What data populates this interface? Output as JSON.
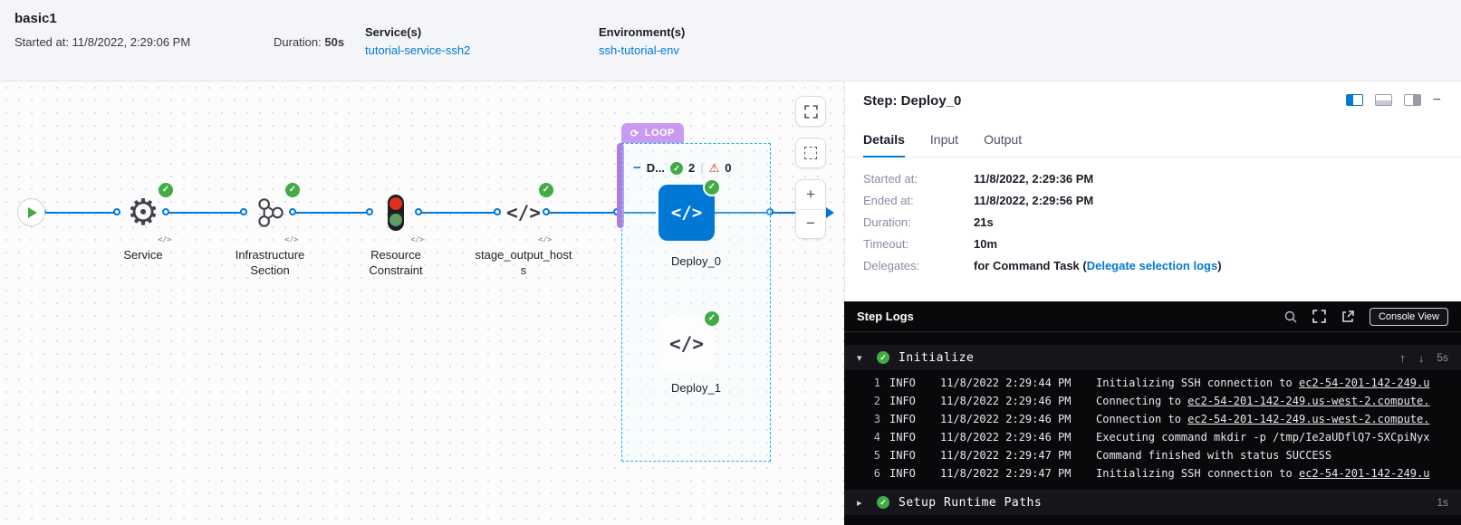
{
  "icons": {
    "check": "✓",
    "warn": "⚠",
    "loop": "⟳",
    "chevron_down": "▾",
    "chevron_right": "▸",
    "arrow_up": "↑",
    "arrow_down": "↓",
    "minus": "−",
    "plus": "+",
    "code": "</>",
    "mini_code": "</>"
  },
  "header": {
    "title": "basic1",
    "started_label": "Started at:",
    "started_value": "11/8/2022, 2:29:06 PM",
    "duration_label": "Duration:",
    "duration_value": "50s",
    "services_label": "Service(s)",
    "services_value": "tutorial-service-ssh2",
    "environments_label": "Environment(s)",
    "environments_value": "ssh-tutorial-env"
  },
  "canvas": {
    "nodes": [
      {
        "label": "Service"
      },
      {
        "label": "Infrastructure Section"
      },
      {
        "label": "Resource Constraint"
      },
      {
        "label": "stage_output_hosts"
      }
    ],
    "loop": {
      "badge": "LOOP",
      "title": "D...",
      "success_count": "2",
      "fail_count": "0",
      "children": [
        {
          "label": "Deploy_0"
        },
        {
          "label": "Deploy_1"
        }
      ]
    }
  },
  "panel": {
    "title": "Step: Deploy_0",
    "tabs": [
      {
        "label": "Details"
      },
      {
        "label": "Input"
      },
      {
        "label": "Output"
      }
    ],
    "details": [
      {
        "label": "Started at:",
        "value": "11/8/2022, 2:29:36 PM"
      },
      {
        "label": "Ended at:",
        "value": "11/8/2022, 2:29:56 PM"
      },
      {
        "label": "Duration:",
        "value": "21s"
      },
      {
        "label": "Timeout:",
        "value": "10m"
      },
      {
        "label": "Delegates:",
        "value": "for Command Task (",
        "link": "Delegate selection logs",
        "suffix": ")"
      }
    ]
  },
  "console": {
    "title": "Step Logs",
    "console_view": "Console View",
    "sections": [
      {
        "name": "Initialize",
        "duration": "5s"
      },
      {
        "name": "Setup Runtime Paths",
        "duration": "1s"
      }
    ],
    "logs": [
      {
        "num": "1",
        "level": "INFO",
        "time": "11/8/2022 2:29:44 PM",
        "msg": "Initializing SSH connection to ",
        "link": "ec2-54-201-142-249.u"
      },
      {
        "num": "2",
        "level": "INFO",
        "time": "11/8/2022 2:29:46 PM",
        "msg": "Connecting to ",
        "link": "ec2-54-201-142-249.us-west-2.compute."
      },
      {
        "num": "3",
        "level": "INFO",
        "time": "11/8/2022 2:29:46 PM",
        "msg": "Connection to ",
        "link": "ec2-54-201-142-249.us-west-2.compute."
      },
      {
        "num": "4",
        "level": "INFO",
        "time": "11/8/2022 2:29:46 PM",
        "msg": "Executing command mkdir -p /tmp/Ie2aUDflQ7-SXCpiNyx",
        "link": ""
      },
      {
        "num": "5",
        "level": "INFO",
        "time": "11/8/2022 2:29:47 PM",
        "msg": "Command finished with status SUCCESS",
        "link": ""
      },
      {
        "num": "6",
        "level": "INFO",
        "time": "11/8/2022 2:29:47 PM",
        "msg": "Initializing SSH connection to ",
        "link": "ec2-54-201-142-249.u"
      }
    ]
  }
}
